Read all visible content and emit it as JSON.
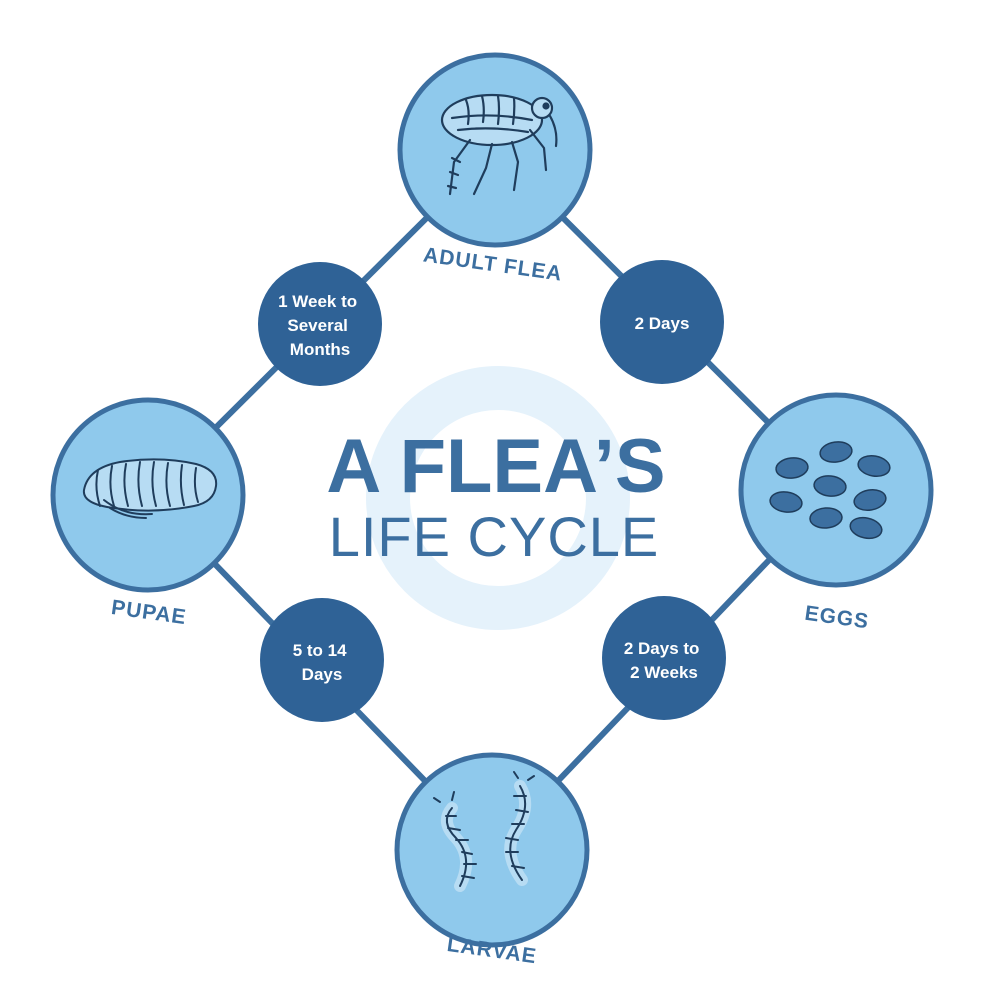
{
  "title": {
    "line1": "A FLEA’S",
    "line2": "LIFE CYCLE"
  },
  "colors": {
    "primary": "#3c6fa0",
    "stage_fill": "#8fc9ec",
    "stage_ring": "#3c6fa0",
    "duration_fill": "#2f6296",
    "duration_text": "#ffffff",
    "watermark": "#e5f2fb",
    "drawing": "#1f3d5c"
  },
  "stages": [
    {
      "id": "adult-flea",
      "label": "ADULT FLEA",
      "icon": "flea-icon"
    },
    {
      "id": "eggs",
      "label": "EGGS",
      "icon": "eggs-icon"
    },
    {
      "id": "larvae",
      "label": "LARVAE",
      "icon": "larvae-icon"
    },
    {
      "id": "pupae",
      "label": "PUPAE",
      "icon": "pupa-icon"
    }
  ],
  "durations": [
    {
      "id": "adult-to-eggs",
      "lines": [
        "2 Days"
      ]
    },
    {
      "id": "eggs-to-larvae",
      "lines": [
        "2 Days to",
        "2 Weeks"
      ]
    },
    {
      "id": "larvae-to-pupae",
      "lines": [
        "5 to 14",
        "Days"
      ]
    },
    {
      "id": "pupae-to-adult",
      "lines": [
        "1 Week to",
        "Several",
        "Months"
      ]
    }
  ]
}
